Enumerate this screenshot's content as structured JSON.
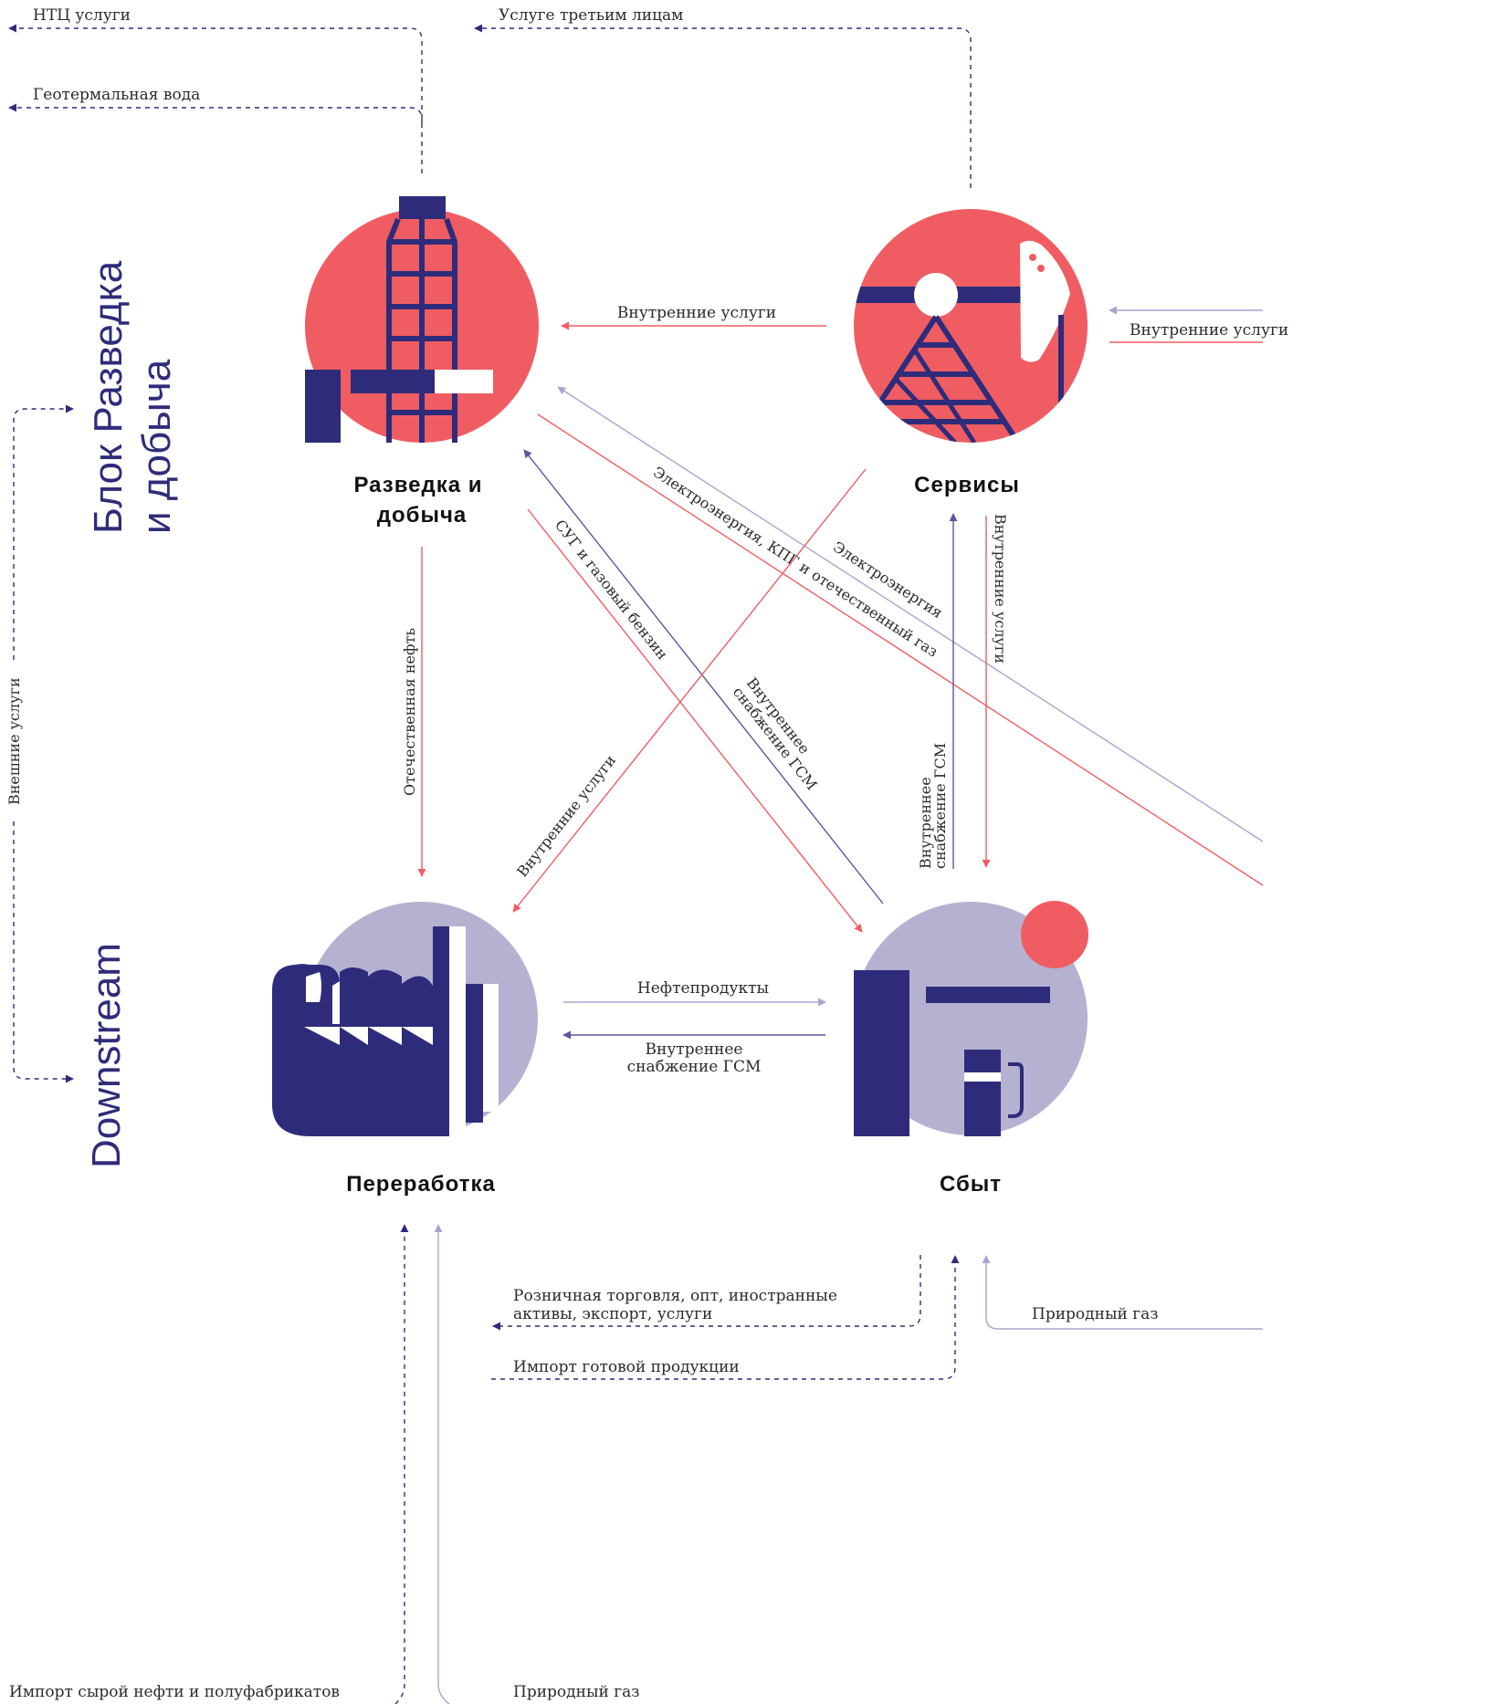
{
  "colors": {
    "navy": "#2e2c7a",
    "coral": "#ef5d62",
    "lavender": "#b5b1d1",
    "muted": "#9d9ac4",
    "text": "#2b2b2b"
  },
  "blocks": {
    "upstream": "Блок Разведка и добыча",
    "upstream_lines": [
      "Блок Разведка",
      "и добыча"
    ],
    "downstream": "Downstream",
    "between_label": "Внешние услуги"
  },
  "nodes": {
    "exploration": {
      "icon": "drilling-rig-icon",
      "label_lines": [
        "Разведка и",
        "добыча"
      ]
    },
    "services": {
      "icon": "pump-jack-icon",
      "label": "Сервисы"
    },
    "refining": {
      "icon": "factory-icon",
      "label": "Переработка"
    },
    "sales": {
      "icon": "fuel-station-icon",
      "label": "Сбыт"
    }
  },
  "flows": {
    "ntc_services": "НТЦ услуги",
    "geothermal_water": "Геотермальная вода",
    "third_party_services": "Услуге третьим лицам",
    "services_to_exploration": "Внутренние услуги",
    "external_to_services": "Внутренние услуги",
    "domestic_oil": "Отечественная нефть",
    "lpg_gasoline": "СУГ и газовый бензин",
    "electricity_kpg_gas": "Электроэнергия, КПГ и отечественный газ",
    "electricity": "Электроэнергия",
    "internal_fuel_exploration": [
      "Внутреннее",
      "снабжение ГСМ"
    ],
    "services_to_refining": "Внутренние услуги",
    "services_to_sales": "Внутренние услуги",
    "internal_fuel_services": [
      "Внутреннее",
      "снабжение ГСМ"
    ],
    "petroleum_products": "Нефтепродукты",
    "internal_fuel_refining": [
      "Внутреннее",
      "снабжение ГСМ"
    ],
    "retail_wholesale": [
      "Розничная торговля, опт, иностранные",
      "активы, экспорт, услуги"
    ],
    "import_finished": "Импорт готовой продукции",
    "natural_gas_sales": "Природный газ",
    "import_crude": "Импорт сырой нефти и полуфабрикатов",
    "natural_gas_refining": "Природный газ"
  }
}
